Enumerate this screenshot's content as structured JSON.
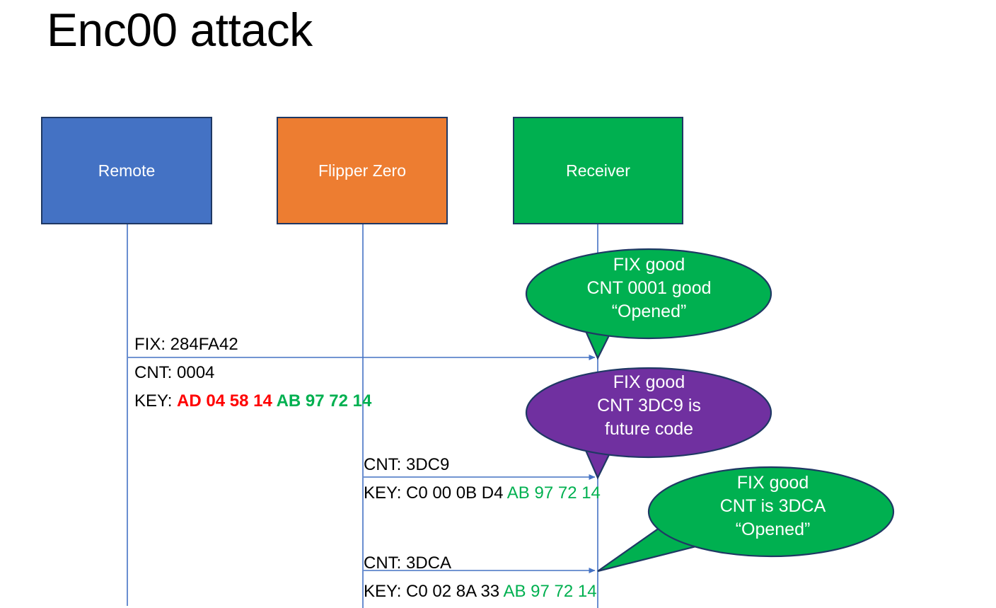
{
  "slide": {
    "title": "Enc00 attack"
  },
  "actors": [
    {
      "id": "remote",
      "label": "Remote",
      "color": "#4472C4"
    },
    {
      "id": "flipper",
      "label": "Flipper Zero",
      "color": "#ED7D31"
    },
    {
      "id": "receiver",
      "label": "Receiver",
      "color": "#00B050"
    }
  ],
  "messages": {
    "fix_label": "FIX: 284FA42",
    "cnt_0004": "CNT: 0004",
    "key1": {
      "prefix": "KEY: ",
      "red": "AD 04 58 14 ",
      "green": "AB 97 72 14"
    },
    "cnt_3dc9": "CNT: 3DC9",
    "key2": {
      "prefix": "KEY: C0 00 0B D4 ",
      "green": "AB 97 72 14"
    },
    "cnt_3dca": "CNT: 3DCA",
    "key3": {
      "prefix": "KEY: C0 02 8A 33 ",
      "green": "AB 97 72 14"
    }
  },
  "bubbles": [
    {
      "id": "bubble-1",
      "color": "#00B050",
      "line1": "FIX good",
      "line2": "CNT 0001 good",
      "line3": "“Opened”"
    },
    {
      "id": "bubble-2",
      "color": "#7030A0",
      "line1": "FIX good",
      "line2": "CNT 3DC9 is",
      "line3": "future code"
    },
    {
      "id": "bubble-3",
      "color": "#00B050",
      "line1": "FIX good",
      "line2": "CNT is 3DCA",
      "line3": "“Opened”"
    }
  ],
  "colors": {
    "blue": "#4472C4",
    "orange": "#ED7D31",
    "green": "#00B050",
    "purple": "#7030A0",
    "red": "#FF0000",
    "lifeline": "#4472C4",
    "outline": "#1f3864"
  }
}
